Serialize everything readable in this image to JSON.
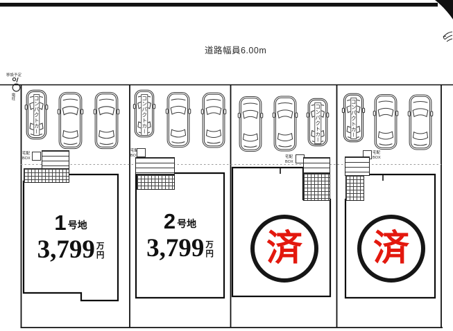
{
  "plan": {
    "road_label": "道路幅員6.00m",
    "pole_note": "移設予定",
    "pole_label": "電柱",
    "compact_car_label": "コンパクトカー",
    "delivery_box_line1": "宅配",
    "delivery_box_line2": "BOX",
    "colors": {
      "stamp_red": "#e3180e",
      "line": "#1a1a1a"
    }
  },
  "lots": [
    {
      "number": "1",
      "suffix": "号地",
      "price": "3,799",
      "unit_top": "万",
      "unit_bottom": "円",
      "sold": false
    },
    {
      "number": "2",
      "suffix": "号地",
      "price": "3,799",
      "unit_top": "万",
      "unit_bottom": "円",
      "sold": false
    },
    {
      "sold": true,
      "stamp": "済"
    },
    {
      "sold": true,
      "stamp": "済"
    }
  ]
}
